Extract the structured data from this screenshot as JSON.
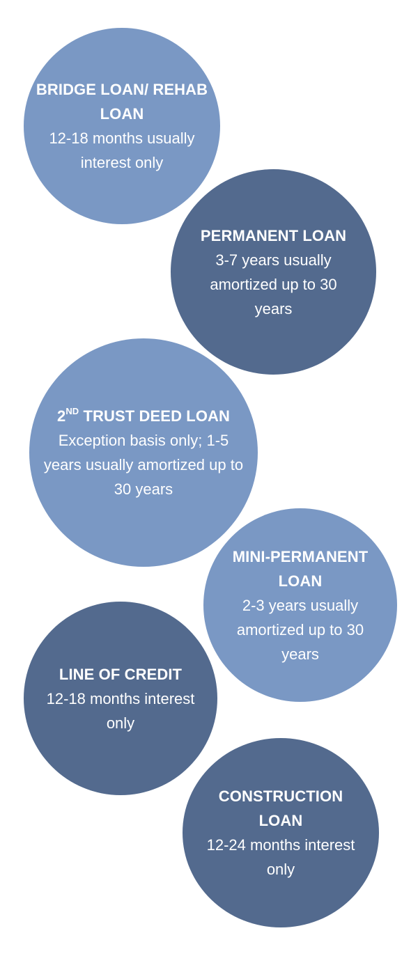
{
  "colors": {
    "light_circle": "#7a98c4",
    "dark_circle": "#536a8e",
    "text": "#ffffff"
  },
  "loans": {
    "bridge": {
      "title": "BRIDGE LOAN/ REHAB LOAN",
      "description": "12-18 months usually interest only"
    },
    "permanent": {
      "title": "PERMANENT LOAN",
      "description": "3-7 years usually amortized up to 30 years"
    },
    "trust_deed": {
      "title_prefix": "2",
      "title_superscript": "ND",
      "title_rest": " TRUST DEED LOAN",
      "description": "Exception basis only; 1-5 years usually amortized up to 30 years"
    },
    "mini_permanent": {
      "title": "MINI-PERMANENT LOAN",
      "description": "2-3 years usually amortized up to 30 years"
    },
    "line_of_credit": {
      "title": "LINE OF CREDIT",
      "description": "12-18 months interest only"
    },
    "construction": {
      "title": "CONSTRUCTION LOAN",
      "description": "12-24 months interest only"
    }
  }
}
